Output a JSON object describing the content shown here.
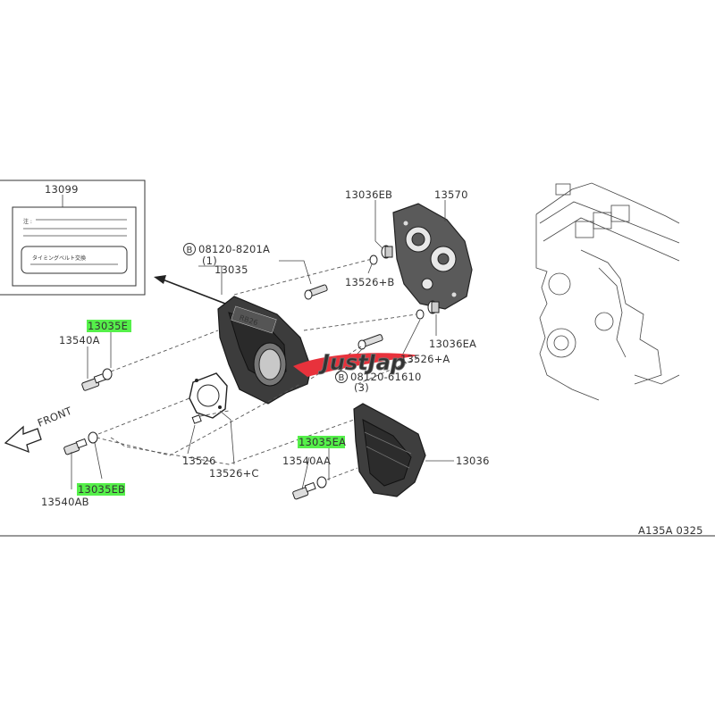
{
  "labels": {
    "p13099": "13099",
    "p13036EB": "13036EB",
    "p13570": "13570",
    "p08120_8201A": "08120-8201A",
    "qty1": "(1)",
    "p13035": "13035",
    "p13526B": "13526+B",
    "p13035E": "13035E",
    "p13540A": "13540A",
    "p13036EA": "13036EA",
    "p13526A": "13526+A",
    "p08120_61610": "08120-61610",
    "qty3": "(3)",
    "front": "FRONT",
    "p13526": "13526",
    "p13526C": "13526+C",
    "p13035EA": "13035EA",
    "p13540AA": "13540AA",
    "p13036": "13036",
    "p13035EB": "13035EB",
    "p13540AB": "13540AB",
    "diagram_code": "A135A 0325",
    "b_symbol": "B"
  },
  "label_box": {
    "caution": "注 :",
    "warning_text": "タイミングベルト交換"
  },
  "cover_emblem": "RB26",
  "watermark": "JustJap",
  "colors": {
    "highlight": "#55f04a",
    "ink": "#333333",
    "watermark": "#e8323c"
  }
}
